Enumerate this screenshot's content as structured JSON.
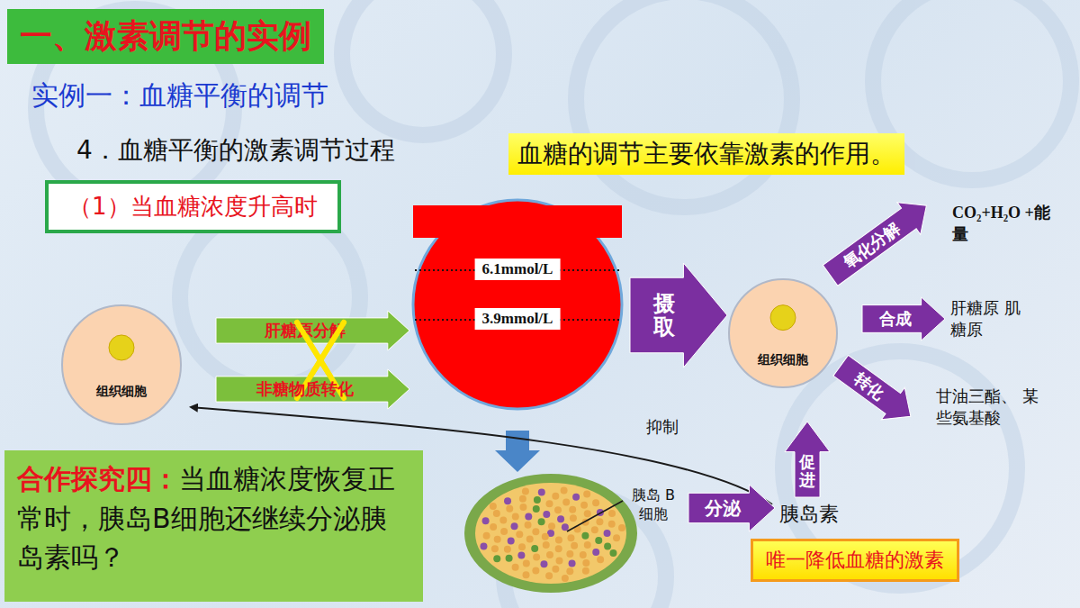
{
  "diagram": {
    "title": "一、激素调节的实例",
    "nodes": [
      {
        "text": [
          "血糖的调节主要依靠激素的作用。"
        ]
      },
      {
        "text": [
          "（1）当血糖浓度升高时"
        ]
      },
      {
        "text": [
          "组织细胞"
        ]
      },
      {
        "text": [
          "肝糖原分解"
        ]
      },
      {
        "text": [
          "非糖物质转化"
        ]
      },
      {
        "text": [
          "6.1mmol/L",
          "3.9mmol/L"
        ]
      },
      {
        "text": [
          "摄取"
        ]
      },
      {
        "text": [
          "组织细胞"
        ]
      },
      {
        "text": [
          "氧化分解"
        ]
      },
      {
        "text": [
          "合成"
        ]
      },
      {
        "text": [
          "转化"
        ]
      },
      {
        "text": [
          "分泌"
        ]
      },
      {
        "text": [
          "促进"
        ]
      },
      {
        "text": [
          "唯一降低血糖的激素"
        ]
      },
      {
        "text": [
          "合作探究四：",
          "当血糖浓度恢复正常时，胰岛B细胞还继续分泌胰岛素吗？"
        ]
      }
    ],
    "labels": [
      "实例一：血糖平衡的调节",
      "4．血糖平衡的激素调节过程",
      "CO₂+H₂O +能量",
      "肝糖原 肌糖原",
      "甘油三酯、 某些氨基酸",
      "抑制",
      "胰岛 B细胞",
      "胰岛素"
    ]
  }
}
